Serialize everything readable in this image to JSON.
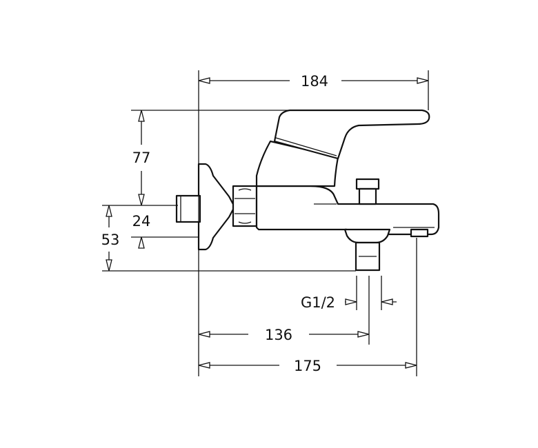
{
  "dimensions": {
    "overall_length": "184",
    "height_above": "77",
    "pipe_height": "24",
    "total_height": "53",
    "thread": "G1/2",
    "outlet_distance": "136",
    "spout_length": "175"
  }
}
